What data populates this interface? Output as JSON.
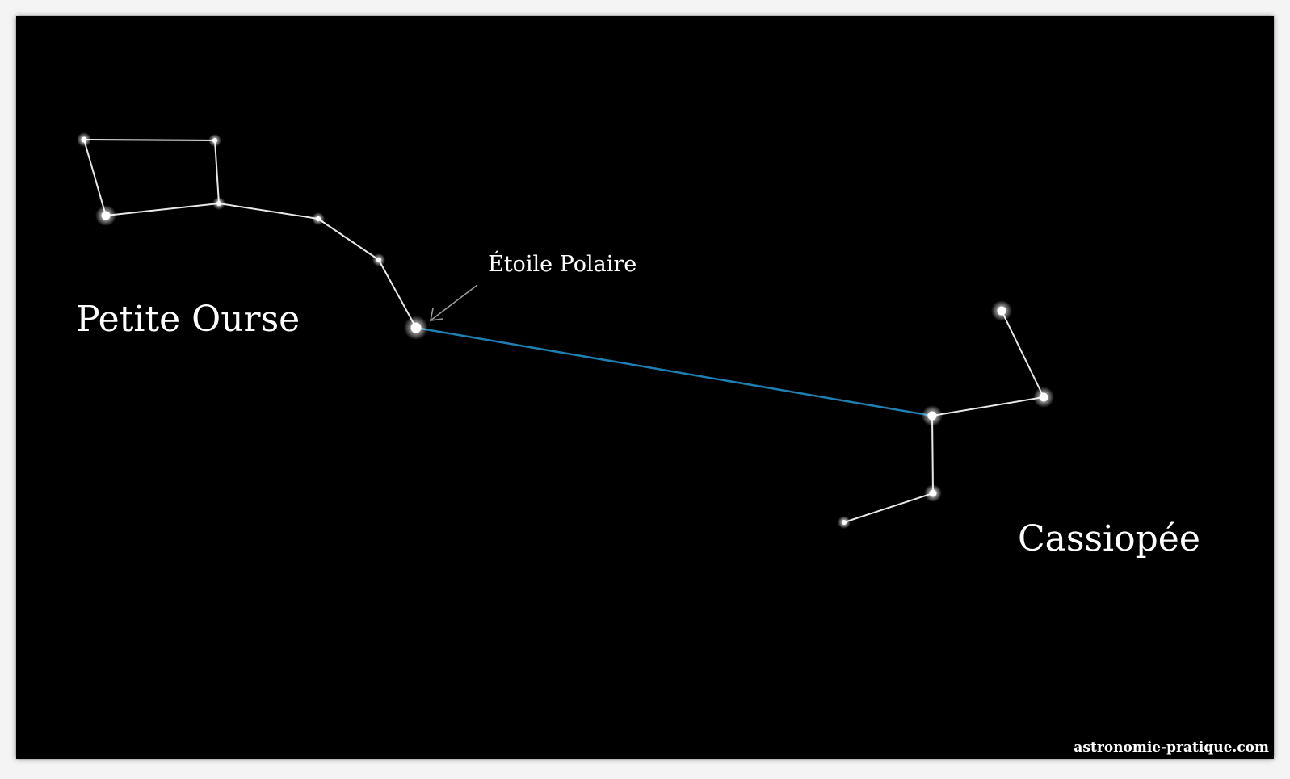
{
  "colors": {
    "background": "#000000",
    "star": "#ffffff",
    "constellation_line": "#e8e8e8",
    "pointer_line": "#1f7fb0",
    "arrow": "#9a9a9a"
  },
  "labels": {
    "little_dipper": "Petite Ourse",
    "polaris": "Étoile Polaire",
    "cassiopeia": "Cassiopée",
    "credit": "astronomie-pratique.com"
  },
  "constellations": {
    "little_dipper": {
      "name": "Petite Ourse",
      "star_count": 7
    },
    "cassiopeia": {
      "name": "Cassiopée",
      "star_count": 5
    }
  },
  "icons": [
    "star-icon",
    "arrow-icon"
  ]
}
